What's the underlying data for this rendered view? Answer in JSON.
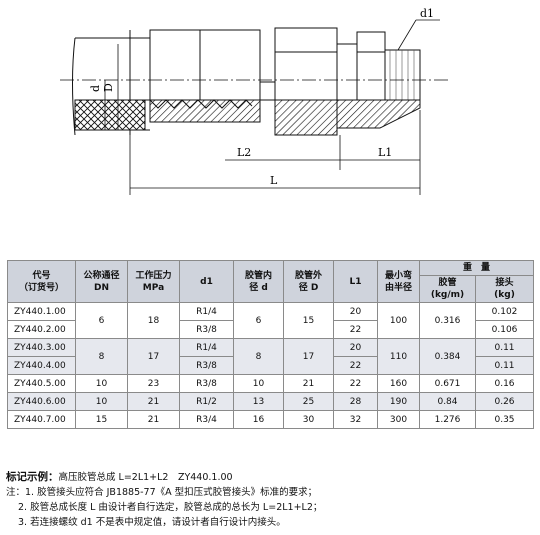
{
  "drawing": {
    "labels": {
      "d1": "d1",
      "d": "d",
      "D": "D",
      "L2": "L2",
      "L1": "L1",
      "L": "L"
    }
  },
  "table": {
    "headers": {
      "code": "代号\n（订货号）",
      "dn": "公称通径\nDN",
      "pressure": "工作压力\nMPa",
      "d1": "d1",
      "inner": "胶管内\n径 d",
      "outer": "胶管外\n径 D",
      "l1": "L1",
      "radius": "最小弯\n由半径",
      "weight": "重　量",
      "hose": "胶管\n(kg/m)",
      "joint": "接头\n(kg)"
    },
    "rows": [
      {
        "code": "ZY440.1.00",
        "dn": "6",
        "p": "18",
        "d1": "R1/4",
        "d": "6",
        "D": "15",
        "l1": "20",
        "r": "100",
        "hose": "0.316",
        "joint": "0.102"
      },
      {
        "code": "ZY440.2.00",
        "d1": "R3/8",
        "l1": "22",
        "joint": "0.106"
      },
      {
        "code": "ZY440.3.00",
        "dn": "8",
        "p": "17",
        "d1": "R1/4",
        "d": "8",
        "D": "17",
        "l1": "20",
        "r": "110",
        "hose": "0.384",
        "joint": "0.11"
      },
      {
        "code": "ZY440.4.00",
        "d1": "R3/8",
        "l1": "22",
        "joint": "0.11"
      },
      {
        "code": "ZY440.5.00",
        "dn": "10",
        "p": "23",
        "d1": "R3/8",
        "d": "10",
        "D": "21",
        "l1": "22",
        "r": "160",
        "hose": "0.671",
        "joint": "0.16"
      },
      {
        "code": "ZY440.6.00",
        "dn": "10",
        "p": "21",
        "d1": "R1/2",
        "d": "13",
        "D": "25",
        "l1": "28",
        "r": "190",
        "hose": "0.84",
        "joint": "0.26"
      },
      {
        "code": "ZY440.7.00",
        "dn": "15",
        "p": "21",
        "d1": "R3/4",
        "d": "16",
        "D": "30",
        "l1": "32",
        "r": "300",
        "hose": "1.276",
        "joint": "0.35"
      }
    ]
  },
  "notes": {
    "example_title": "标记示例：",
    "example_text": "高压胶管总成 L=2L1+L2　ZY440.1.00",
    "note_prefix": "注：",
    "note1": "1. 胶管接头应符合 JB1885-77《A 型扣压式胶管接头》标准的要求；",
    "note2": "2. 胶管总成长度 L 由设计者自行选定，胶管总成的总长为 L=2L1+L2；",
    "note3": "3. 若连接螺纹 d1 不是表中规定值，请设计者自行设计内接头。"
  }
}
